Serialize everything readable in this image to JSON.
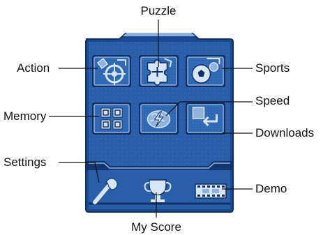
{
  "labels": {
    "puzzle": "Puzzle",
    "action": "Action",
    "sports": "Sports",
    "speed": "Speed",
    "memory": "Memory",
    "downloads": "Downloads",
    "settings": "Settings",
    "demo": "Demo",
    "my_score": "My Score"
  },
  "icons": {
    "action": "crosshair-target-icon",
    "puzzle": "jigsaw-puzzle-icon",
    "sports": "soccer-ball-icon",
    "memory": "memory-grid-icon",
    "speed": "brain-lightning-icon",
    "downloads": "download-arrow-icon",
    "settings": "wrench-icon",
    "my_score": "trophy-icon",
    "demo": "film-strip-icon"
  },
  "colors": {
    "screen_blue": "#2a5ea8",
    "screen_dark": "#0f2f66",
    "icon_light": "#d6e6f7",
    "icon_mid": "#8fb3dc",
    "leader_line": "#111111",
    "label_text": "#111111"
  }
}
